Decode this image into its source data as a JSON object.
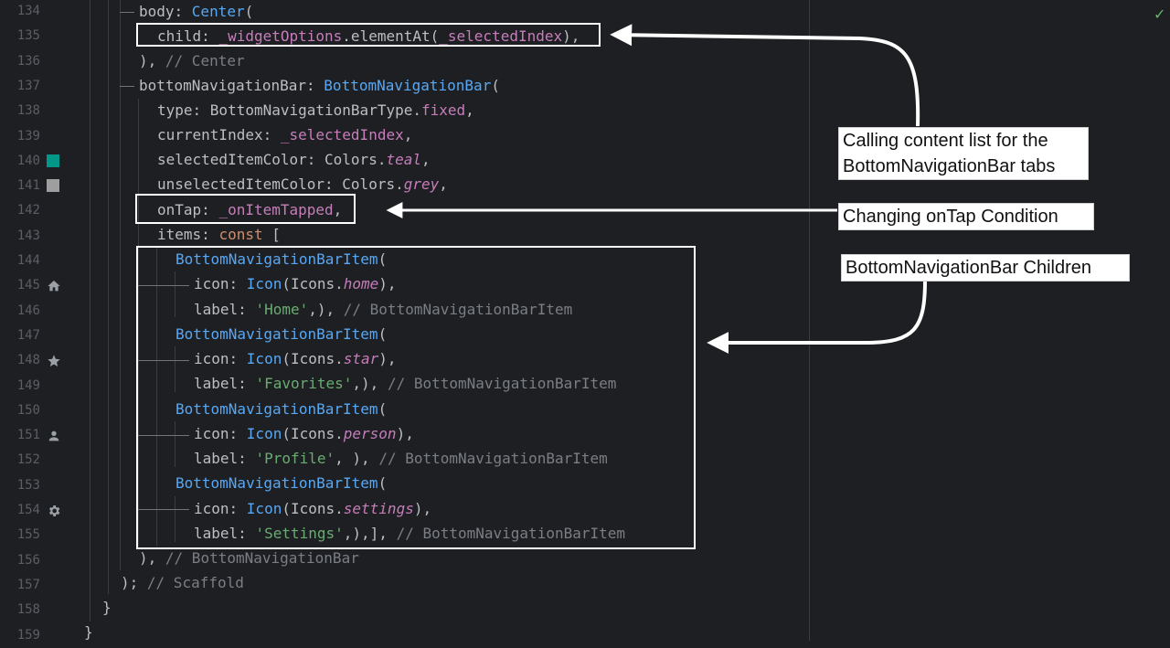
{
  "gutter": {
    "line_numbers": [
      "134",
      "135",
      "136",
      "137",
      "138",
      "139",
      "140",
      "141",
      "142",
      "143",
      "144",
      "145",
      "146",
      "147",
      "148",
      "149",
      "150",
      "151",
      "152",
      "153",
      "154",
      "155",
      "156",
      "157",
      "158",
      "159"
    ],
    "icons": {
      "line_140": {
        "type": "color-swatch",
        "color": "#009688"
      },
      "line_141": {
        "type": "color-swatch",
        "color": "#9e9e9e"
      },
      "line_145": {
        "type": "home-icon"
      },
      "line_148": {
        "type": "star-icon"
      },
      "line_151": {
        "type": "person-icon"
      },
      "line_154": {
        "type": "settings-icon"
      }
    }
  },
  "code": {
    "l134": {
      "a": "body: ",
      "b": "Center",
      "c": "("
    },
    "l135": {
      "a": "child: ",
      "b": "_widgetOptions",
      "c": ".elementAt(",
      "d": "_selectedIndex",
      "e": "),"
    },
    "l136": {
      "a": "), ",
      "b": "// Center"
    },
    "l137": {
      "a": "bottomNavigationBar: ",
      "b": "BottomNavigationBar",
      "c": "("
    },
    "l138": {
      "a": "type: BottomNavigationBarType.",
      "b": "fixed",
      "c": ","
    },
    "l139": {
      "a": "currentIndex: ",
      "b": "_selectedIndex",
      "c": ","
    },
    "l140": {
      "a": "selectedItemColor: Colors.",
      "b": "teal",
      "c": ","
    },
    "l141": {
      "a": "unselectedItemColor: Colors.",
      "b": "grey",
      "c": ","
    },
    "l142": {
      "a": "onTap: ",
      "b": "_onItemTapped",
      "c": ","
    },
    "l143": {
      "a": "items: ",
      "b": "const",
      "c": " ["
    },
    "l144": {
      "a": "BottomNavigationBarItem",
      "b": "("
    },
    "l145": {
      "a": "icon: ",
      "b": "Icon",
      "c": "(Icons.",
      "d": "home",
      "e": "),"
    },
    "l146": {
      "a": "label: ",
      "b": "'Home'",
      "c": ",), ",
      "d": "// BottomNavigationBarItem"
    },
    "l147": {
      "a": "BottomNavigationBarItem",
      "b": "("
    },
    "l148": {
      "a": "icon: ",
      "b": "Icon",
      "c": "(Icons.",
      "d": "star",
      "e": "),"
    },
    "l149": {
      "a": "label: ",
      "b": "'Favorites'",
      "c": ",), ",
      "d": "// BottomNavigationBarItem"
    },
    "l150": {
      "a": "BottomNavigationBarItem",
      "b": "("
    },
    "l151": {
      "a": "icon: ",
      "b": "Icon",
      "c": "(Icons.",
      "d": "person",
      "e": "),"
    },
    "l152": {
      "a": "label: ",
      "b": "'Profile'",
      "c": ", ), ",
      "d": "// BottomNavigationBarItem"
    },
    "l153": {
      "a": "BottomNavigationBarItem",
      "b": "("
    },
    "l154": {
      "a": "icon: ",
      "b": "Icon",
      "c": "(Icons.",
      "d": "settings",
      "e": "),"
    },
    "l155": {
      "a": "label: ",
      "b": "'Settings'",
      "c": ",),], ",
      "d": "// BottomNavigationBarItem"
    },
    "l156": {
      "a": "), ",
      "b": "// BottomNavigationBar"
    },
    "l157": {
      "a": "); ",
      "b": "// Scaffold"
    },
    "l158": {
      "a": "}"
    },
    "l159": {
      "a": "}"
    }
  },
  "annotations": {
    "callout_1_line1": "Calling content list for the",
    "callout_1_line2": "BottomNavigationBar tabs",
    "callout_2": "Changing onTap Condition",
    "callout_3": "BottomNavigationBar Children"
  },
  "status": {
    "check_icon": "✓",
    "check_color": "#5fb865"
  },
  "colors": {
    "background": "#1e1f22",
    "keyword": "#cf8e6d",
    "function": "#56a8f5",
    "property": "#c77dbb",
    "string": "#6aab73",
    "comment": "#7a7e85",
    "text": "#bcbec4"
  }
}
